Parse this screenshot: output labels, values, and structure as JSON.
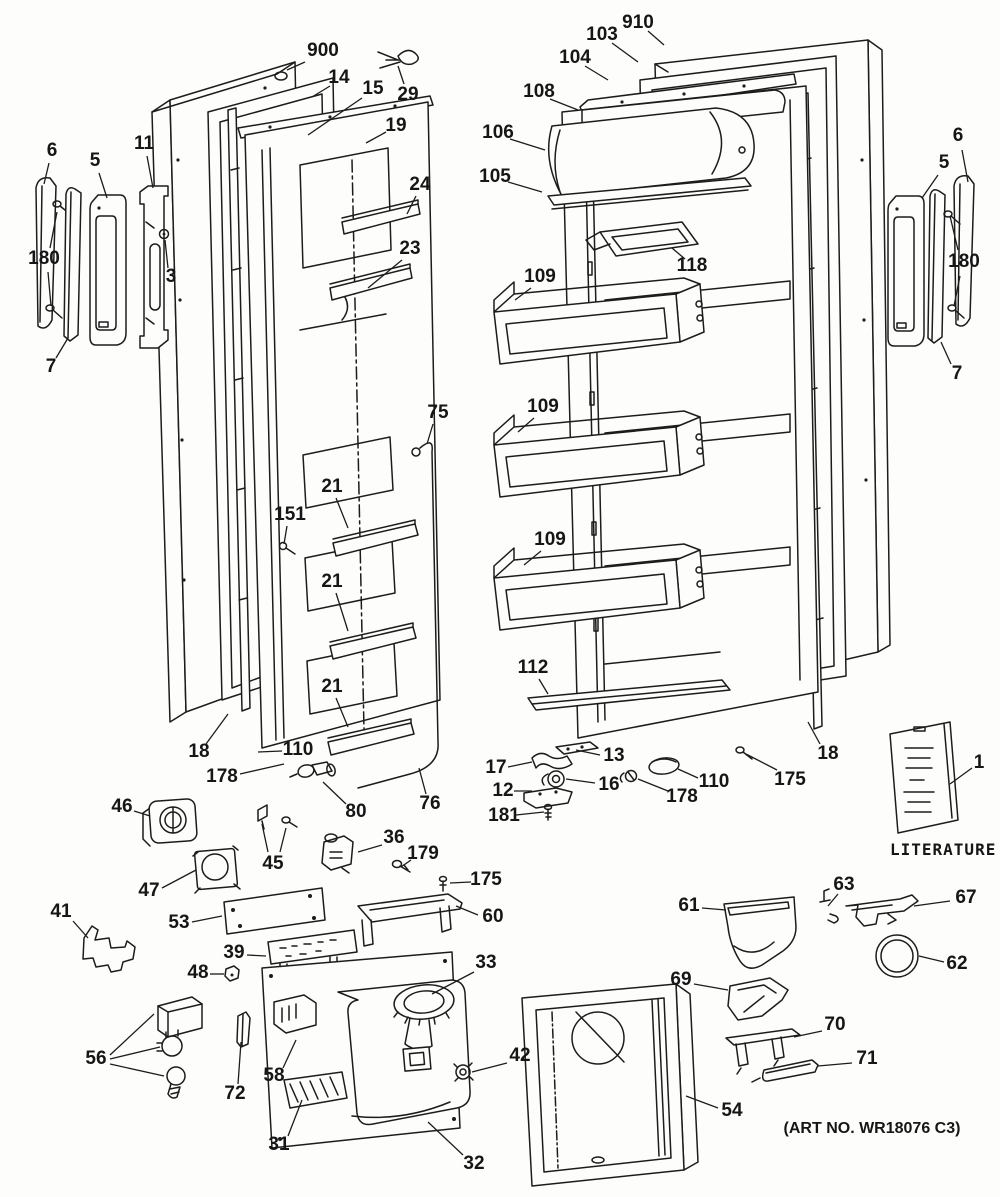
{
  "document": {
    "kind": "Exploded parts diagram - refrigerator doors",
    "art_no": "(ART NO. WR18076 C3)",
    "literature_label": "LITERATURE"
  },
  "parts": {
    "p1": "1",
    "p3": "3",
    "p5": "5",
    "p6": "6",
    "p7": "7",
    "p11": "11",
    "p12": "12",
    "p13": "13",
    "p14": "14",
    "p15": "15",
    "p16": "16",
    "p17": "17",
    "p18": "18",
    "p19": "19",
    "p21": "21",
    "p23": "23",
    "p24": "24",
    "p29": "29",
    "p31": "31",
    "p32": "32",
    "p33": "33",
    "p36": "36",
    "p39": "39",
    "p41": "41",
    "p42": "42",
    "p45": "45",
    "p46": "46",
    "p47": "47",
    "p48": "48",
    "p53": "53",
    "p54": "54",
    "p56": "56",
    "p58": "58",
    "p60": "60",
    "p61": "61",
    "p62": "62",
    "p63": "63",
    "p67": "67",
    "p69": "69",
    "p70": "70",
    "p71": "71",
    "p72": "72",
    "p75": "75",
    "p76": "76",
    "p80": "80",
    "p103": "103",
    "p104": "104",
    "p105": "105",
    "p106": "106",
    "p108": "108",
    "p109": "109",
    "p110": "110",
    "p112": "112",
    "p118": "118",
    "p151": "151",
    "p175": "175",
    "p178": "178",
    "p179": "179",
    "p180": "180",
    "p181": "181",
    "p900": "900",
    "p910": "910"
  }
}
